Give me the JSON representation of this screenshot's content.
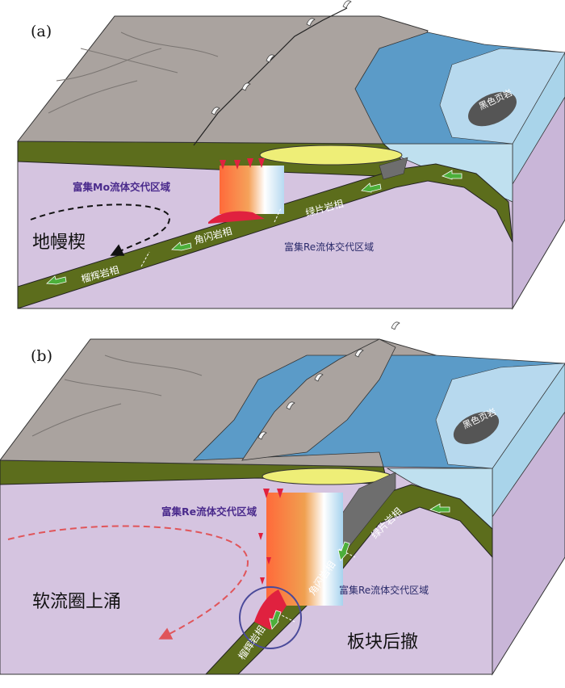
{
  "panels": [
    {
      "letter": "(a)",
      "labels": {
        "mo_zone": "富集Mo流体交代区域",
        "re_zone": "富集Re流体交代区域",
        "greenschist": "绿片岩相",
        "amphibolite": "角闪岩相",
        "eclogite": "榴辉岩相",
        "mantle_wedge": "地幔楔",
        "black_shale": "黑色页岩"
      }
    },
    {
      "letter": "(b)",
      "labels": {
        "re_zone_top": "富集Re流体交代区域",
        "re_zone_bottom": "富集Re流体交代区域",
        "greenschist": "绿片岩相",
        "amphibolite": "角闪岩相",
        "eclogite": "榴辉岩相",
        "asthenosphere_upwelling": "软流圈上涌",
        "slab_rollback": "板块后撤",
        "black_shale": "黑色页岩"
      }
    }
  ],
  "colors": {
    "land": "#aaa39f",
    "sea": "#5b9bc8",
    "shelf": "#b7d9ee",
    "mantle": "#d5c4e0",
    "slab": "#5c6d1c",
    "sediment": "#eeee77",
    "melt_red": "#e0213f",
    "flow_orange": "#f08a30",
    "arrow_green": "#4caf3a"
  }
}
